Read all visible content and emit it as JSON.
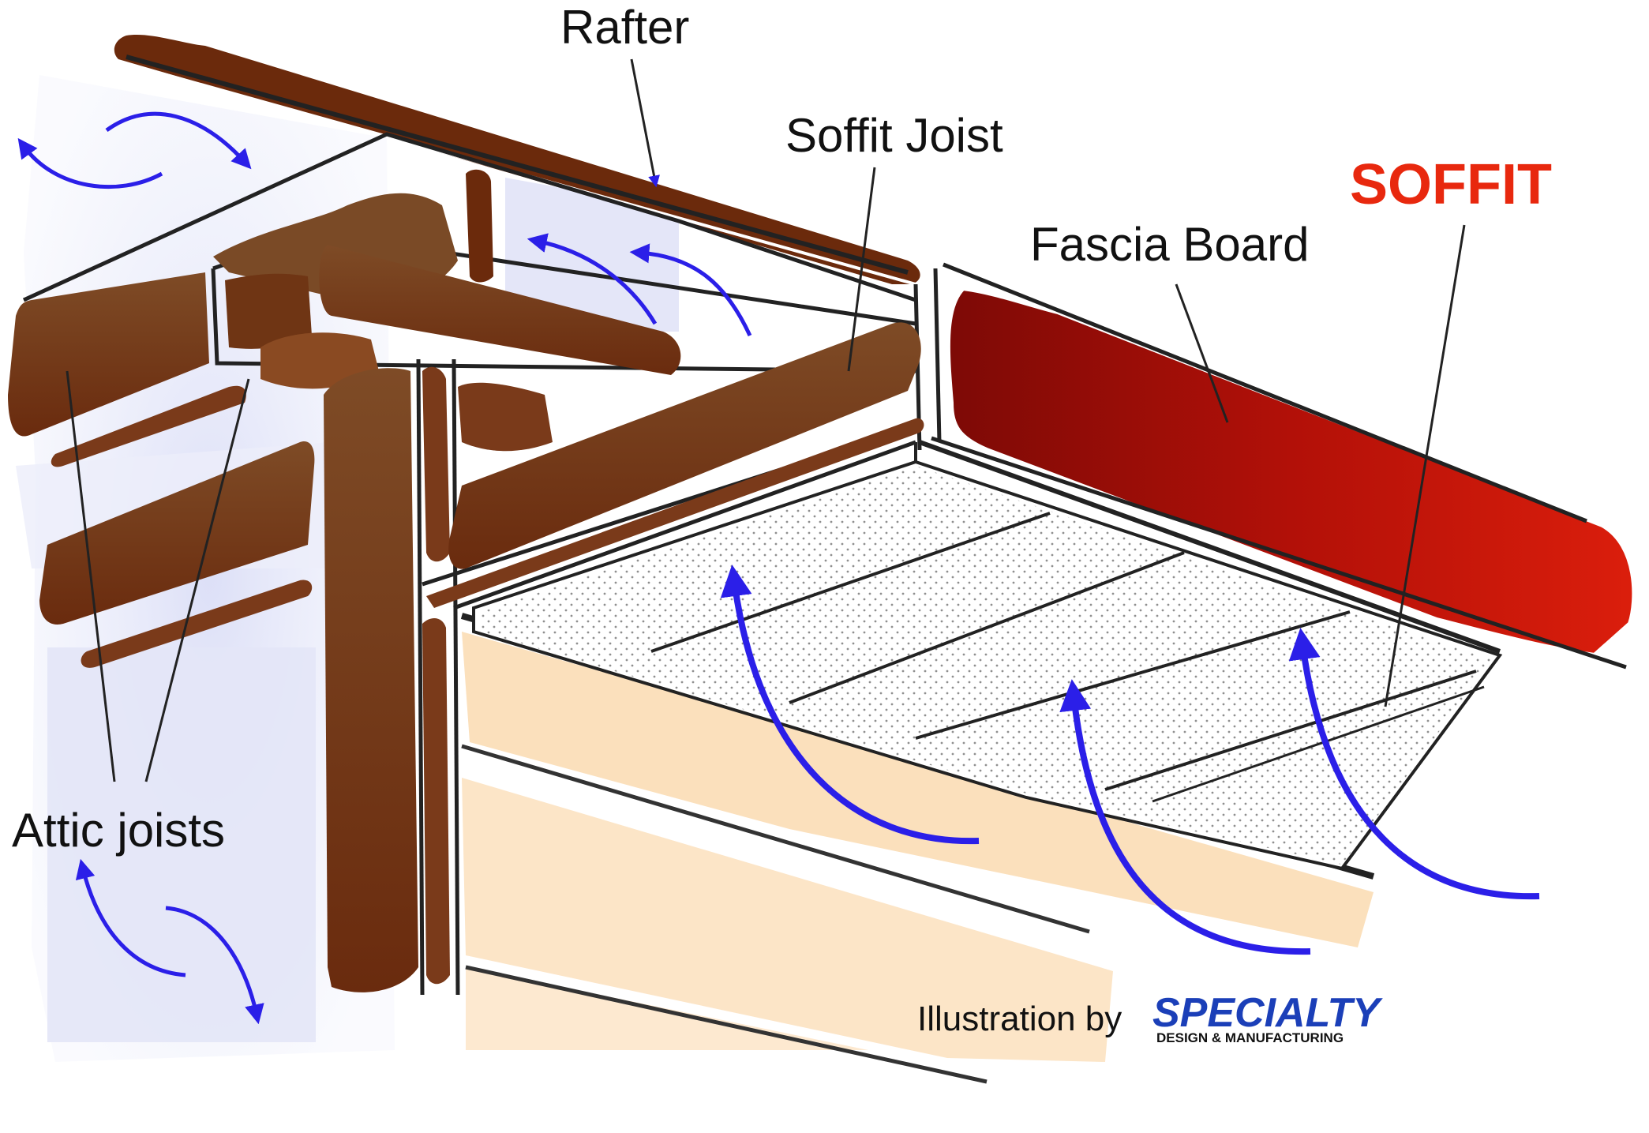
{
  "labels": {
    "rafter": "Rafter",
    "soffit_joist": "Soffit Joist",
    "soffit": "SOFFIT",
    "fascia_board": "Fascia Board",
    "attic_joists": "Attic joists"
  },
  "credit": {
    "prefix": "Illustration by",
    "brand": "SPECIALTY",
    "brand_sub": "DESIGN & MANUFACTURING"
  },
  "colors": {
    "wood_dark": "#6b2a0c",
    "wood_mid": "#7a4a26",
    "fascia": "#c41a0c",
    "soffit_label": "#e8280e",
    "airflow": "#2b1fe8",
    "attic_air": "#e6e8f8",
    "wall_siding": "#fbe1bf",
    "brand_blue": "#1b3fb8"
  }
}
